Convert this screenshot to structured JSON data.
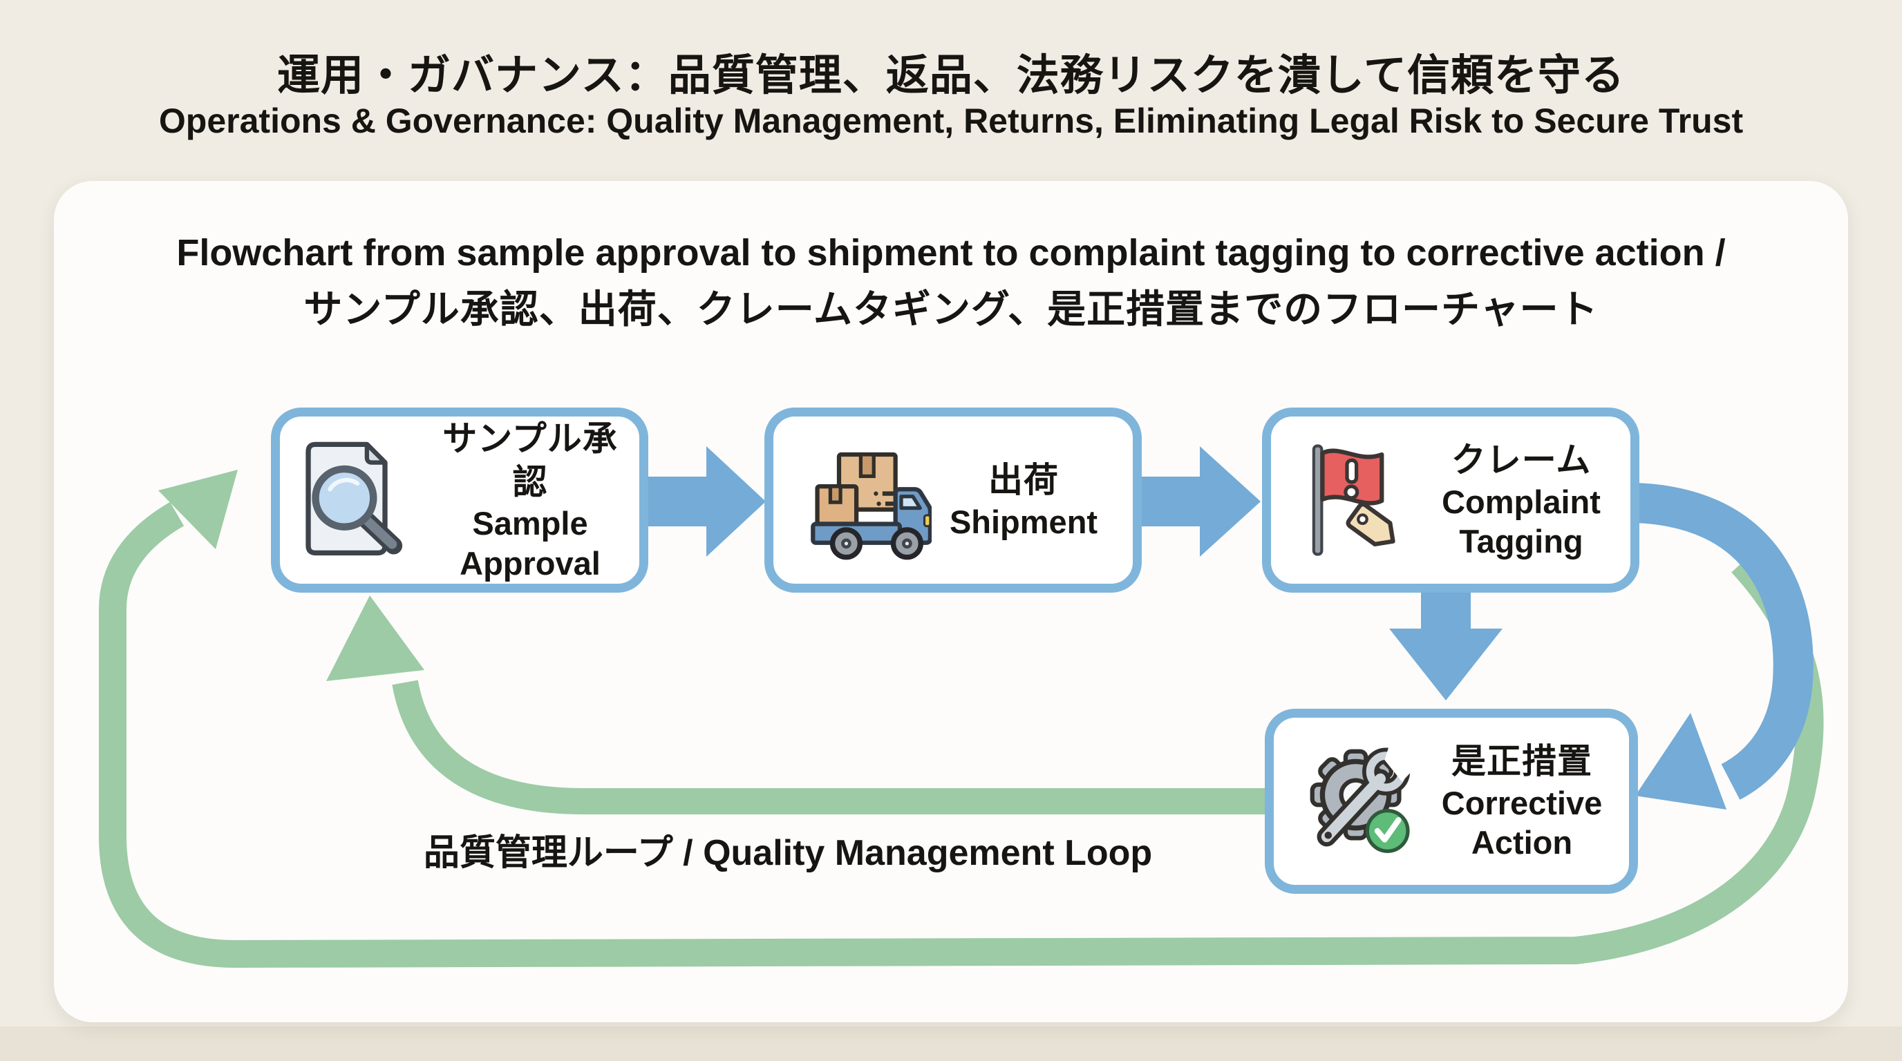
{
  "page": {
    "title_jp": "運用・ガバナンス：品質管理、返品、法務リスクを潰して信頼を守る",
    "title_en": "Operations & Governance: Quality Management, Returns, Eliminating Legal Risk to Secure Trust"
  },
  "diagram": {
    "heading_en": "Flowchart from sample approval to shipment to complaint tagging to corrective action /",
    "heading_jp": "サンプル承認、出荷、クレームタギング、是正措置までのフローチャート",
    "loop_label": "品質管理ループ / Quality Management Loop",
    "nodes": [
      {
        "id": "sample-approval",
        "jp": "サンプル承認",
        "en1": "Sample",
        "en2": "Approval",
        "icon": "document-magnifier-icon"
      },
      {
        "id": "shipment",
        "jp": "出荷",
        "en1": "Shipment",
        "en2": "",
        "icon": "delivery-truck-icon"
      },
      {
        "id": "complaint-tagging",
        "jp": "クレーム",
        "en1": "Complaint",
        "en2": "Tagging",
        "icon": "complaint-flag-tag-icon"
      },
      {
        "id": "corrective-action",
        "jp": "是正措置",
        "en1": "Corrective",
        "en2": "Action",
        "icon": "gear-wrench-check-icon"
      }
    ],
    "flow": [
      "sample-approval -> shipment",
      "shipment -> complaint-tagging",
      "complaint-tagging -> corrective-action (down)",
      "complaint-tagging -> corrective-action (curved right)",
      "corrective-action -> sample-approval (inner quality loop)",
      "corrective-action -> sample-approval (outer quality loop)"
    ],
    "colors": {
      "arrow_blue": "#74ABD7",
      "loop_green": "#9CCBA6",
      "box_border": "#7FB5DB",
      "flag_red": "#E5605F",
      "check_green": "#5DBC78",
      "background": "#F0ECE3",
      "card": "#FDFCFA"
    }
  }
}
